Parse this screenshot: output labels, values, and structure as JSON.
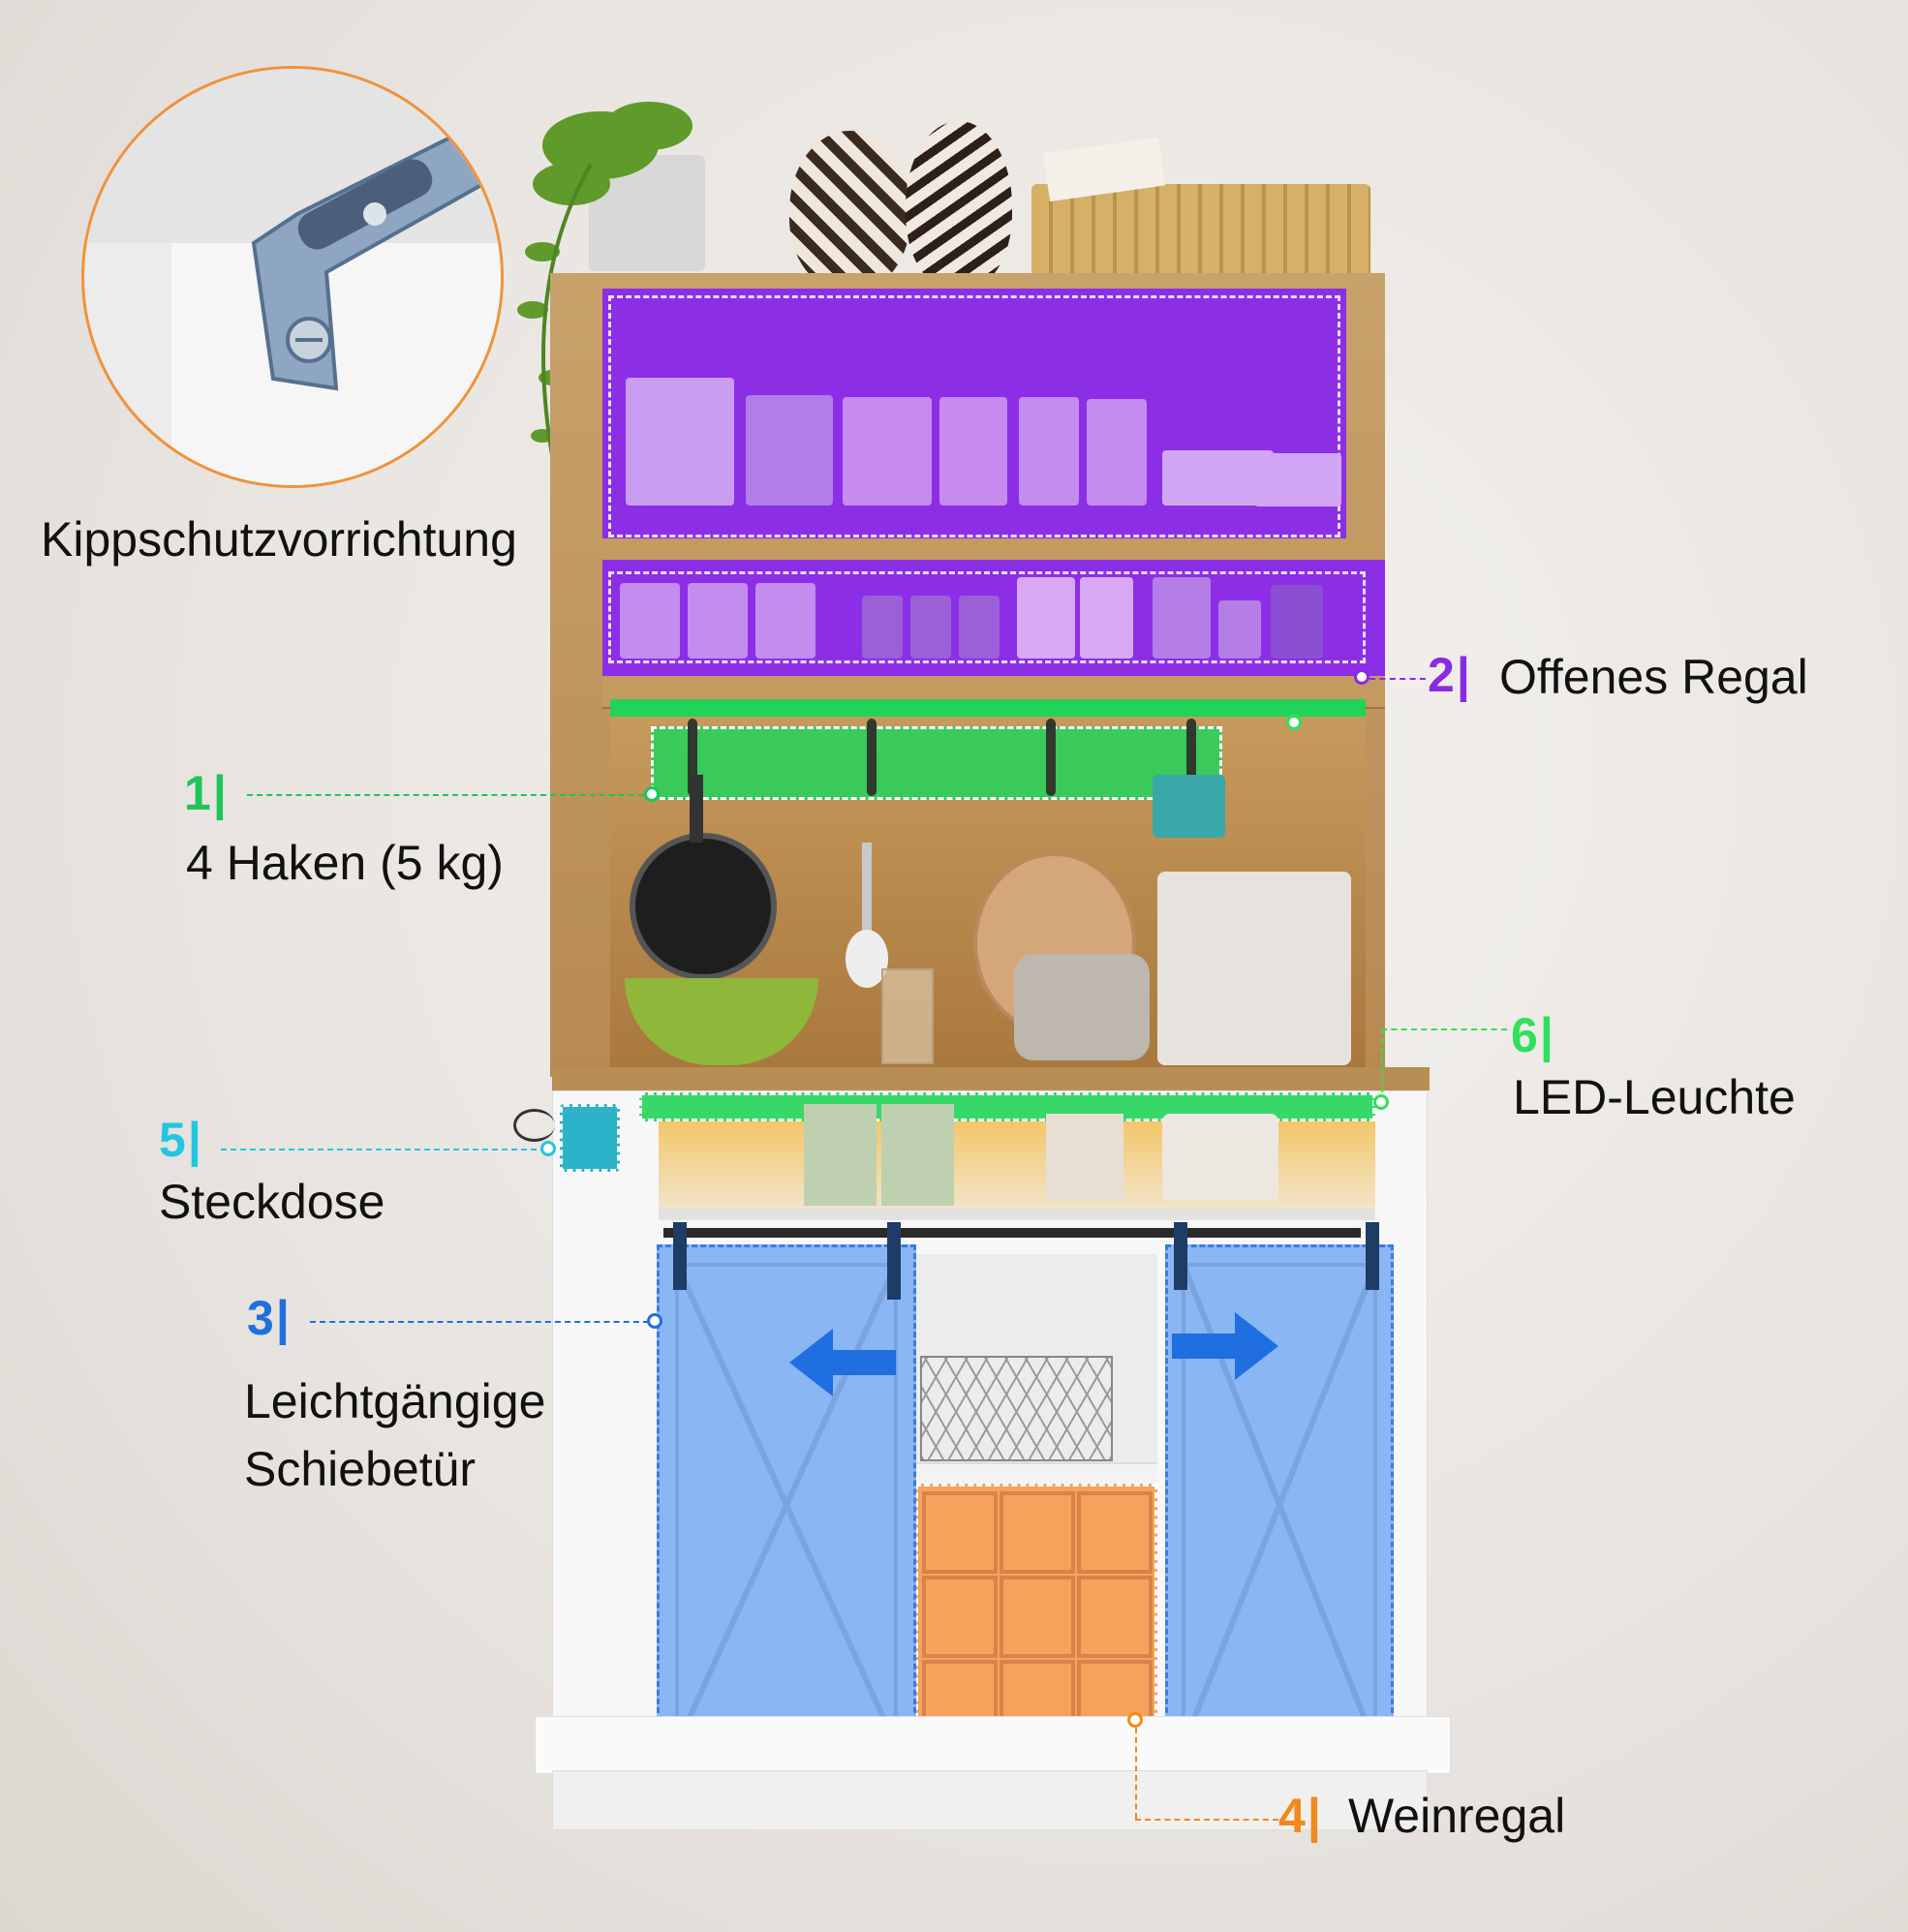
{
  "inset": {
    "label": "Kippschutzvorrichtung"
  },
  "callouts": {
    "c1": {
      "number": "1",
      "text": "4 Haken (5 kg)",
      "color": "#1fc45a"
    },
    "c2": {
      "number": "2",
      "text": "Offenes Regal",
      "color": "#8a2be2"
    },
    "c3": {
      "number": "3",
      "text_line1": "Leichtgängige",
      "text_line2": "Schiebetür",
      "color": "#1f6fe0"
    },
    "c4": {
      "number": "4",
      "text": "Weinregal",
      "color": "#f08a1c"
    },
    "c5": {
      "number": "5",
      "text": "Steckdose",
      "color": "#22c6e0"
    },
    "c6": {
      "number": "6",
      "text": "LED-Leuchte",
      "color": "#2ee05a"
    }
  },
  "separator": "|",
  "colors": {
    "purple_highlight": "#8c2ee6",
    "green_highlight": "#22d35a",
    "blue_highlight": "#7aaef5",
    "orange_highlight": "#f5a35c",
    "wood": "#c39a60",
    "white_body": "#f7f7f7"
  }
}
